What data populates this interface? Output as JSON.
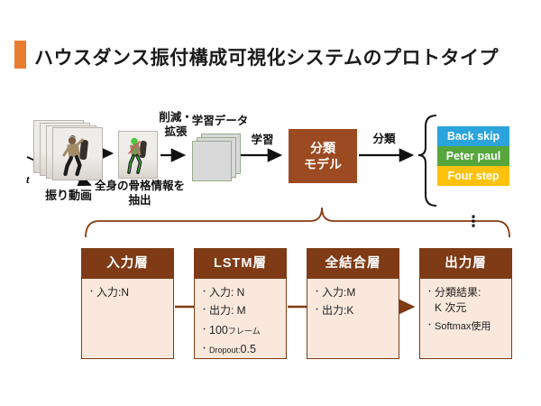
{
  "title": "ハウスダンス振付構成可視化システムのプロトタイプ",
  "flow": {
    "video_label": "振り動画",
    "time_axis": "t",
    "skeleton_caption": "全身の骨格情報を\n抽出",
    "reduce_expand_label": "削減・\n拡張",
    "training_data_label": "学習データ",
    "learn_label": "学習",
    "model_label": "分類\nモデル",
    "classify_label": "分類",
    "results": [
      {
        "label": "Back skip",
        "color": "#2BA4DD",
        "style": "background:#2BA4DD"
      },
      {
        "label": "Peter paul",
        "color": "#55A73C",
        "style": "background:#55A73C"
      },
      {
        "label": "Four step",
        "color": "#FCC20E",
        "style": "background:#FCC20E"
      }
    ],
    "more_indicator": "⋮"
  },
  "layers": [
    {
      "title": "入力層",
      "items": [
        {
          "text": "入力:N"
        }
      ]
    },
    {
      "title": "LSTM層",
      "items": [
        {
          "text": "入力: N"
        },
        {
          "text": "出力: M"
        },
        {
          "big": "100",
          "small": "フレーム"
        },
        {
          "small": "Dropout:",
          "big": "0.5"
        }
      ]
    },
    {
      "title": "全結合層",
      "items": [
        {
          "text": "入力:M"
        },
        {
          "text": "出力:K"
        }
      ]
    },
    {
      "title": "出力層",
      "items": [
        {
          "text": "分類結果:\nK 次元"
        },
        {
          "text": "Softmax使用"
        }
      ]
    }
  ],
  "colors": {
    "accent_orange": "#E87D31",
    "model_brown": "#9C4A21",
    "layer_header_brown": "#7E3B16",
    "layer_body_cream": "#FAE8DC",
    "brace_brown": "#8B3A10",
    "result_blue": "#2BA4DD",
    "result_green": "#55A73C",
    "result_yellow": "#FCC20E"
  }
}
